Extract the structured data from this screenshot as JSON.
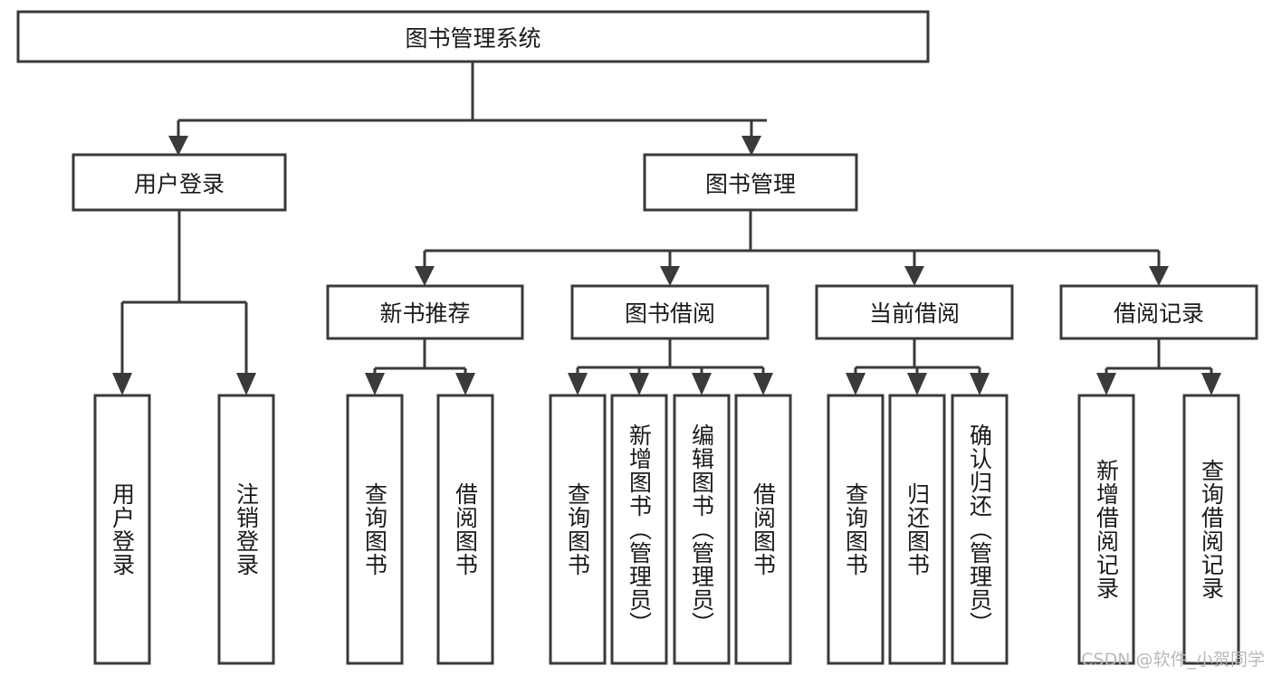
{
  "diagram": {
    "type": "tree-hierarchy-chart",
    "title": "图书管理系统",
    "watermark": "CSDN @软件_小贺同学",
    "colors": {
      "box_fill": "#ffffff",
      "box_stroke": "#3a3a3a",
      "text": "#1a1a1a",
      "watermark": "#b9b9b9",
      "background": "#ffffff"
    },
    "nodes": {
      "root": {
        "label": "图书管理系统",
        "level": 1,
        "orientation": "horizontal"
      },
      "level2": [
        {
          "id": "user-login",
          "label": "用户登录",
          "orientation": "horizontal"
        },
        {
          "id": "book-management",
          "label": "图书管理",
          "orientation": "horizontal"
        }
      ],
      "level3": [
        {
          "id": "new-book-recommend",
          "label": "新书推荐",
          "orientation": "horizontal"
        },
        {
          "id": "book-borrow",
          "label": "图书借阅",
          "orientation": "horizontal"
        },
        {
          "id": "current-borrow",
          "label": "当前借阅",
          "orientation": "horizontal"
        },
        {
          "id": "borrow-record",
          "label": "借阅记录",
          "orientation": "horizontal"
        }
      ],
      "leaves": {
        "user-login": [
          {
            "id": "leaf-user-login",
            "label": "用户登录",
            "orientation": "vertical"
          },
          {
            "id": "leaf-logout",
            "label": "注销登录",
            "orientation": "vertical"
          }
        ],
        "new-book-recommend": [
          {
            "id": "leaf-query-book-1",
            "label": "查询图书",
            "orientation": "vertical"
          },
          {
            "id": "leaf-borrow-book-1",
            "label": "借阅图书",
            "orientation": "vertical"
          }
        ],
        "book-borrow": [
          {
            "id": "leaf-query-book-2",
            "label": "查询图书",
            "orientation": "vertical"
          },
          {
            "id": "leaf-add-book",
            "label": "新增图书（管理员）",
            "orientation": "vertical"
          },
          {
            "id": "leaf-edit-book",
            "label": "编辑图书（管理员）",
            "orientation": "vertical"
          },
          {
            "id": "leaf-borrow-book-2",
            "label": "借阅图书",
            "orientation": "vertical"
          }
        ],
        "current-borrow": [
          {
            "id": "leaf-query-book-3",
            "label": "查询图书",
            "orientation": "vertical"
          },
          {
            "id": "leaf-return-book",
            "label": "归还图书",
            "orientation": "vertical"
          },
          {
            "id": "leaf-confirm-return",
            "label": "确认归还（管理员）",
            "orientation": "vertical"
          }
        ],
        "borrow-record": [
          {
            "id": "leaf-add-record",
            "label": "新增借阅记录",
            "orientation": "vertical"
          },
          {
            "id": "leaf-query-record",
            "label": "查询借阅记录",
            "orientation": "vertical"
          }
        ]
      }
    }
  }
}
